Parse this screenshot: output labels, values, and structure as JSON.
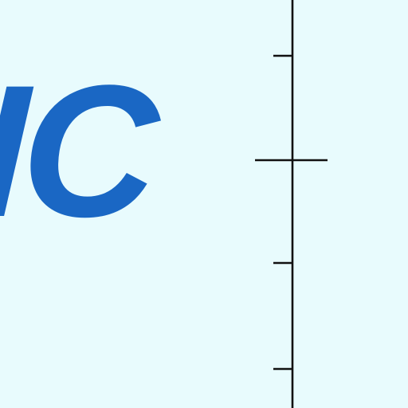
{
  "canvas": {
    "background_color": "#E8FBFD"
  },
  "fragment": {
    "text": "IC",
    "color": "#1A67C4"
  },
  "ruler": {
    "line_color": "#111111",
    "minor_ticks_above": 1,
    "major_ticks": 1,
    "minor_ticks_below": 2
  }
}
